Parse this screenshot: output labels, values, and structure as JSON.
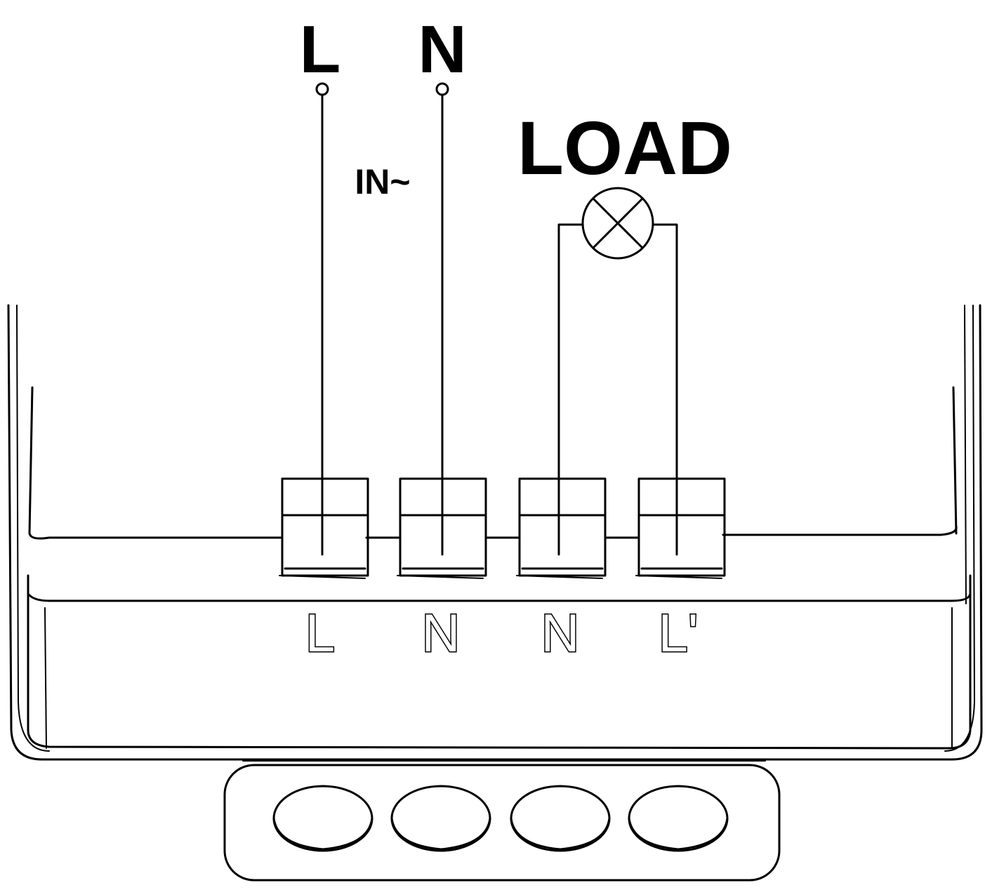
{
  "supply": {
    "live_label": "L",
    "neutral_label": "N",
    "input_label": "IN~"
  },
  "load": {
    "label": "LOAD",
    "symbol_icon": "lamp-icon"
  },
  "terminals": [
    {
      "label": "L"
    },
    {
      "label": "N"
    },
    {
      "label": "N"
    },
    {
      "label": "L'"
    }
  ],
  "colors": {
    "line": "#000000",
    "background": "#ffffff"
  }
}
